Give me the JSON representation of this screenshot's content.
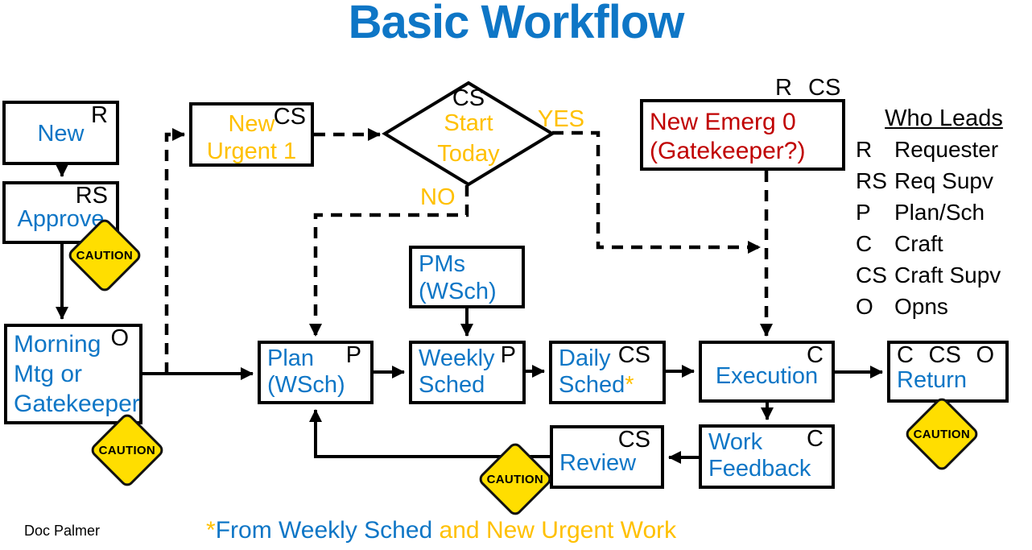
{
  "title": "Basic Workflow",
  "credit": "Doc Palmer",
  "caution_label": "CAUTION",
  "colors": {
    "title_blue": "#0E76C6",
    "node_text_blue": "#0E76C6",
    "highlight_gold": "#FFC000",
    "alert_red": "#C00000",
    "caution_yellow": "#FFDE00",
    "line_black": "#000000",
    "box_fill": "#FFFFFF"
  },
  "nodes": {
    "new": {
      "corner": "R",
      "label": "New"
    },
    "approve": {
      "corner": "RS",
      "label": "Approve"
    },
    "morning": {
      "corner": "O",
      "lines": [
        "Morning",
        "Mtg or",
        "Gatekeeper"
      ]
    },
    "new_urgent": {
      "corner": "CS",
      "lines": [
        "New",
        "Urgent 1"
      ]
    },
    "new_emerg": {
      "top_label": "R CS",
      "lines": [
        "New Emerg 0",
        "(Gatekeeper?)"
      ]
    },
    "pms": {
      "lines": [
        "PMs",
        "(WSch)"
      ]
    },
    "plan": {
      "corner": "P",
      "lines": [
        "Plan",
        "(WSch)"
      ]
    },
    "weekly": {
      "corner": "P",
      "lines": [
        "Weekly",
        "Sched"
      ]
    },
    "daily": {
      "corner": "CS",
      "line1": "Daily",
      "line2": "Sched",
      "asterisk": "*"
    },
    "execution": {
      "corner": "C",
      "label": "Execution"
    },
    "return": {
      "corners": [
        "C",
        "CS",
        "O"
      ],
      "label": "Return"
    },
    "work_feedback": {
      "corner": "C",
      "lines": [
        "Work",
        "Feedback"
      ]
    },
    "review": {
      "corner": "CS",
      "label": "Review"
    }
  },
  "decision": {
    "corner": "CS",
    "lines": [
      "Start",
      "Today"
    ],
    "yes_label": "YES",
    "no_label": "NO"
  },
  "legend": {
    "heading": "Who Leads",
    "entries": [
      {
        "abbr": "R",
        "name": "Requester"
      },
      {
        "abbr": "RS",
        "name": "Req Supv"
      },
      {
        "abbr": "P",
        "name": "Plan/Sch"
      },
      {
        "abbr": "C",
        "name": "Craft"
      },
      {
        "abbr": "CS",
        "name": "Craft Supv"
      },
      {
        "abbr": "O",
        "name": "Opns"
      }
    ]
  },
  "footnote": {
    "asterisk": "*",
    "weekly_part": "From Weekly Sched",
    "urgent_part": " and New Urgent Work"
  }
}
